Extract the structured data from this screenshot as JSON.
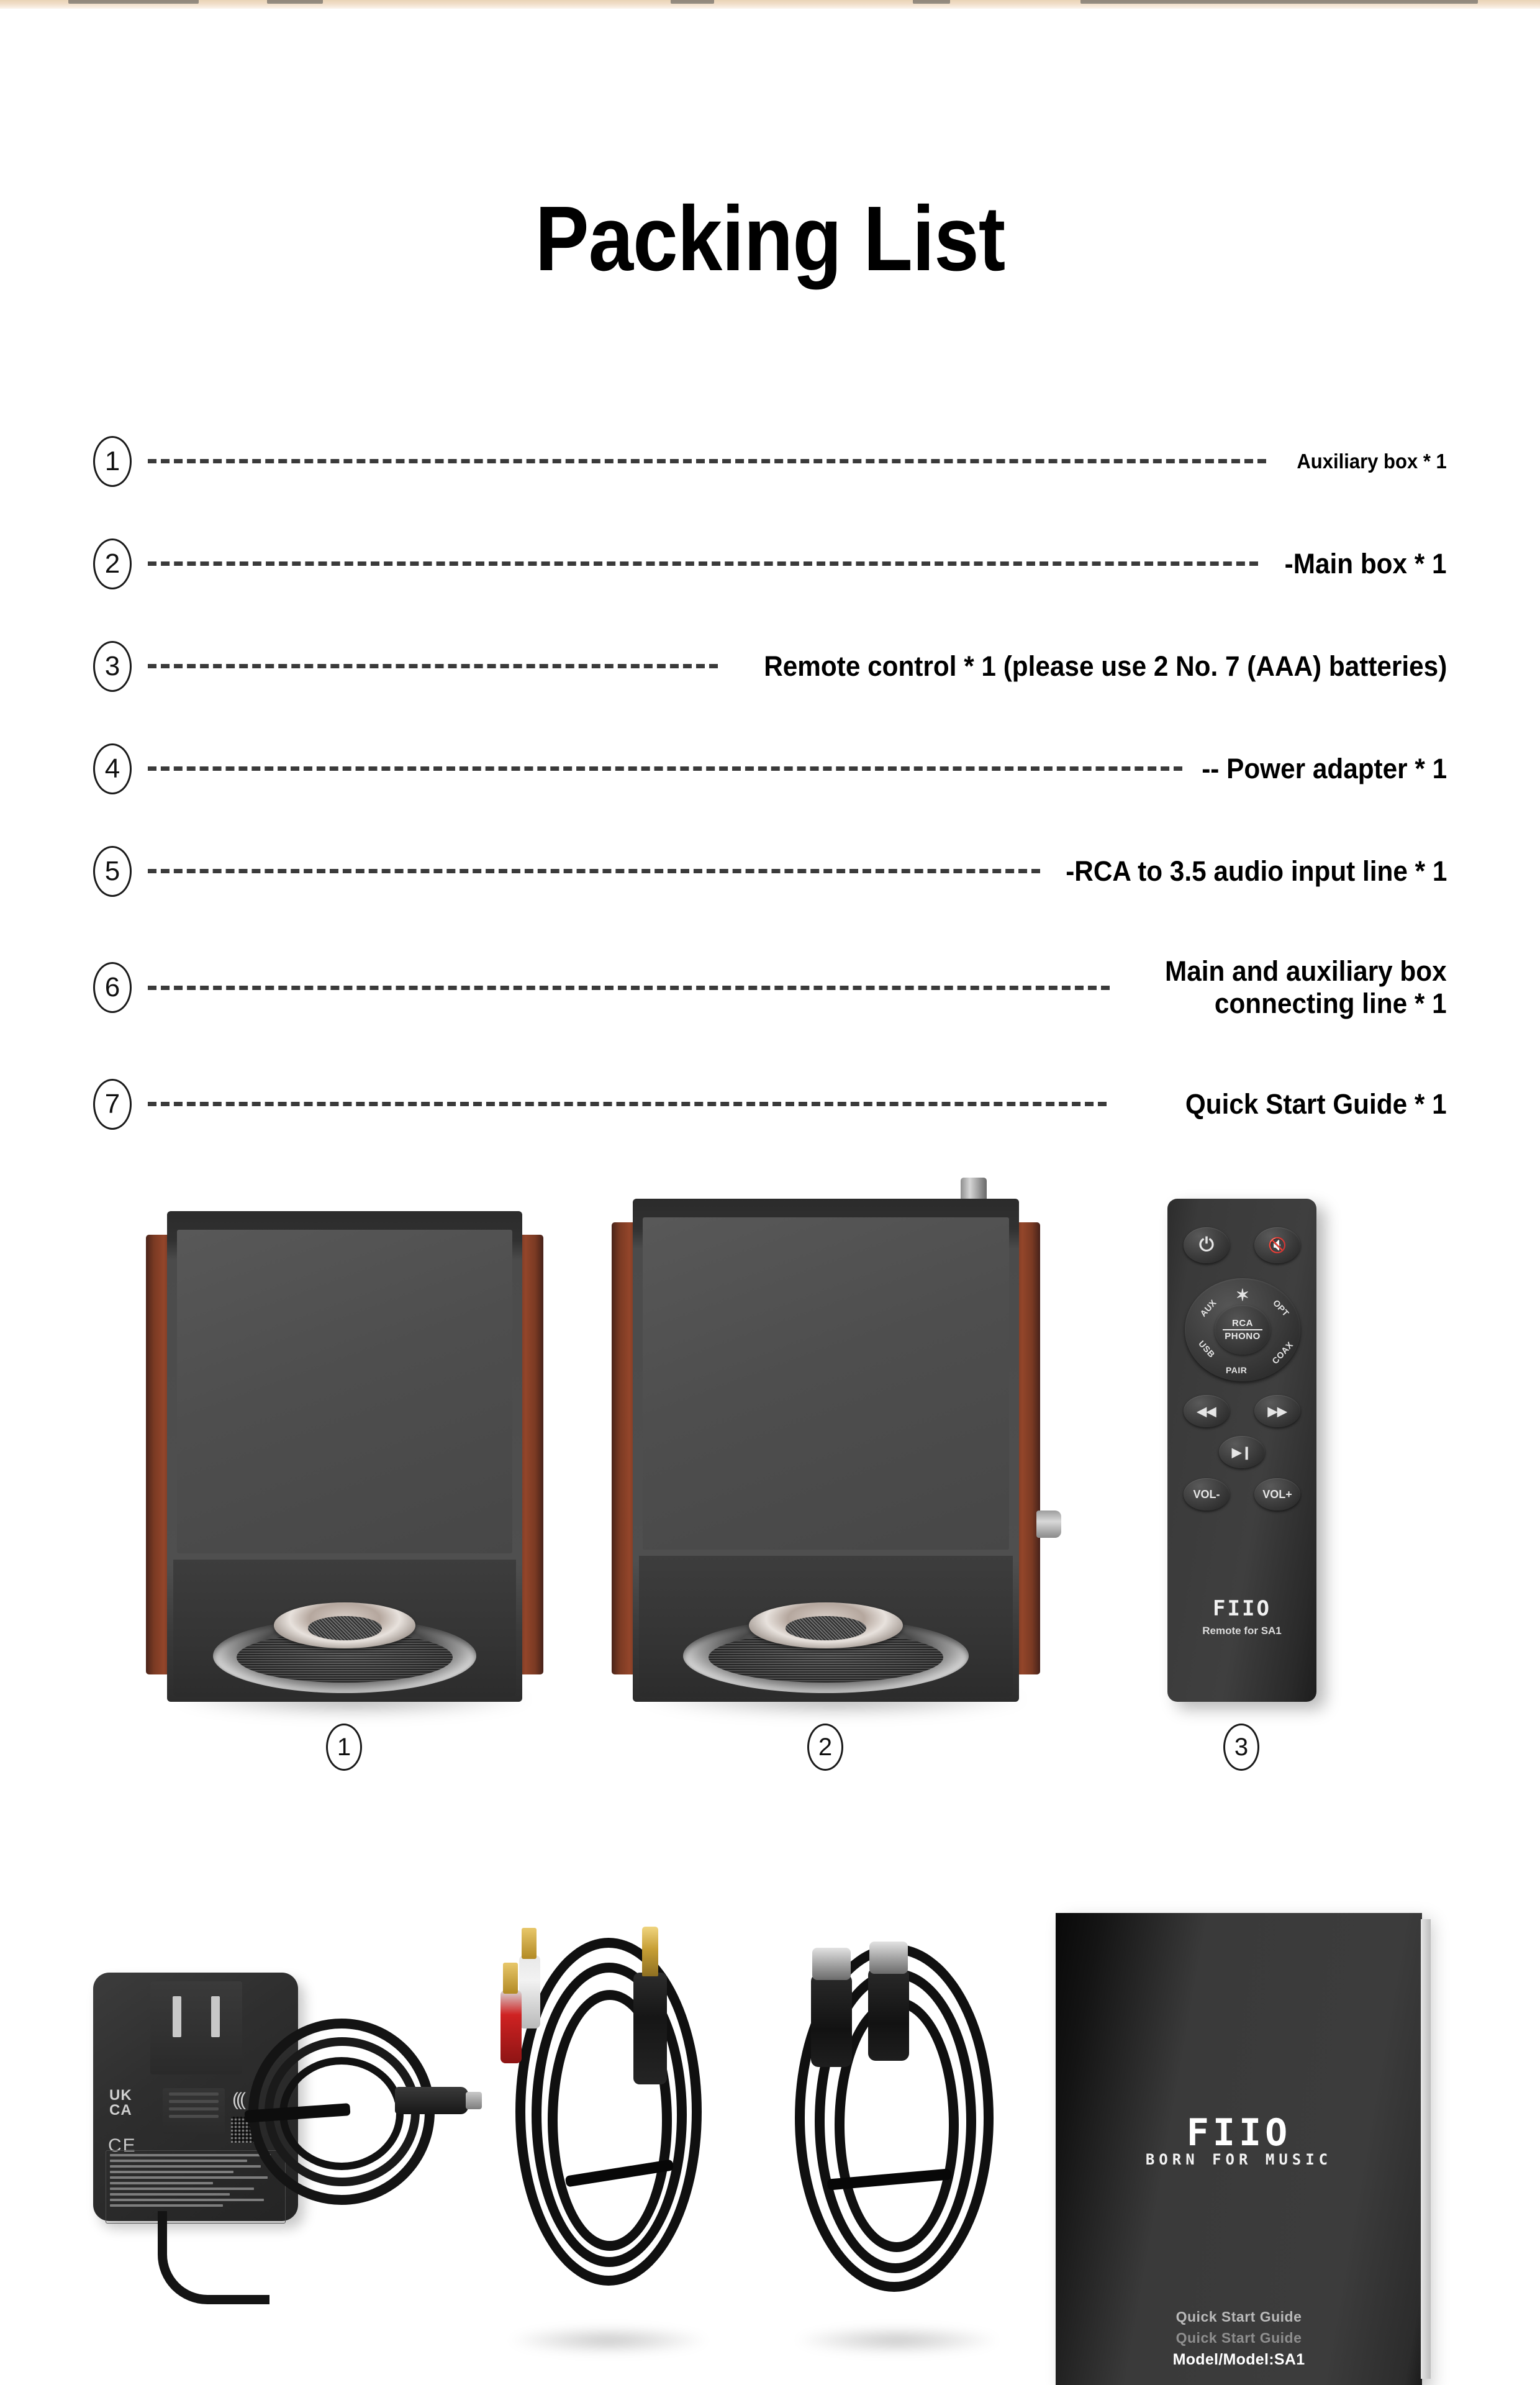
{
  "page": {
    "title": "Packing List"
  },
  "packing_list": [
    {
      "num": "1",
      "label": "Auxiliary box * 1",
      "size": "small"
    },
    {
      "num": "2",
      "label": "-Main box * 1",
      "size": "normal"
    },
    {
      "num": "3",
      "label": "Remote control * 1 (please use 2 No. 7 (AAA) batteries)",
      "size": "normal"
    },
    {
      "num": "4",
      "label": "-- Power adapter * 1",
      "size": "normal"
    },
    {
      "num": "5",
      "label": "-RCA to 3.5 audio input line * 1",
      "size": "normal"
    },
    {
      "num": "6",
      "label": "Main and auxiliary box\nconnecting line * 1",
      "size": "normal"
    },
    {
      "num": "7",
      "label": "Quick Start Guide * 1",
      "size": "normal"
    }
  ],
  "figures": {
    "row1": [
      {
        "caption": "1",
        "name": "auxiliary-speaker"
      },
      {
        "caption": "2",
        "name": "main-speaker"
      },
      {
        "caption": "3",
        "name": "remote-control"
      }
    ]
  },
  "remote": {
    "power_icon": "⏻",
    "mute_icon": "🔇",
    "bluetooth_icon": "✶",
    "source_buttons": {
      "aux": "AUX",
      "opt": "OPT",
      "coax": "COAX",
      "usb": "USB",
      "pair": "PAIR",
      "center_top": "RCA",
      "center_bottom": "PHONO"
    },
    "transport": {
      "prev": "◀◀",
      "next": "▶▶",
      "play_pause": "▶❙"
    },
    "volume": {
      "down": "VOL-",
      "up": "VOL+"
    },
    "brand": "FIIO",
    "model_line": "Remote for SA1"
  },
  "adapter": {
    "uk_mark": "UK\nCA",
    "ce_mark": "CE",
    "ccc_mark": "(((",
    "name": "power-adapter"
  },
  "booklet": {
    "brand": "FIIO",
    "tagline": "BORN FOR MUSIC",
    "footer_line1": "Quick Start Guide",
    "footer_line2": "Quick Start Guide",
    "footer_line3": "Model/Model:SA1"
  },
  "colors": {
    "text": "#000000",
    "dash": "#3a3a3a",
    "wood": "#93452a",
    "speaker_body": "#4f4f4f",
    "remote_body": "#3a3a3a",
    "booklet": "#3c3c3c",
    "background": "#ffffff"
  }
}
